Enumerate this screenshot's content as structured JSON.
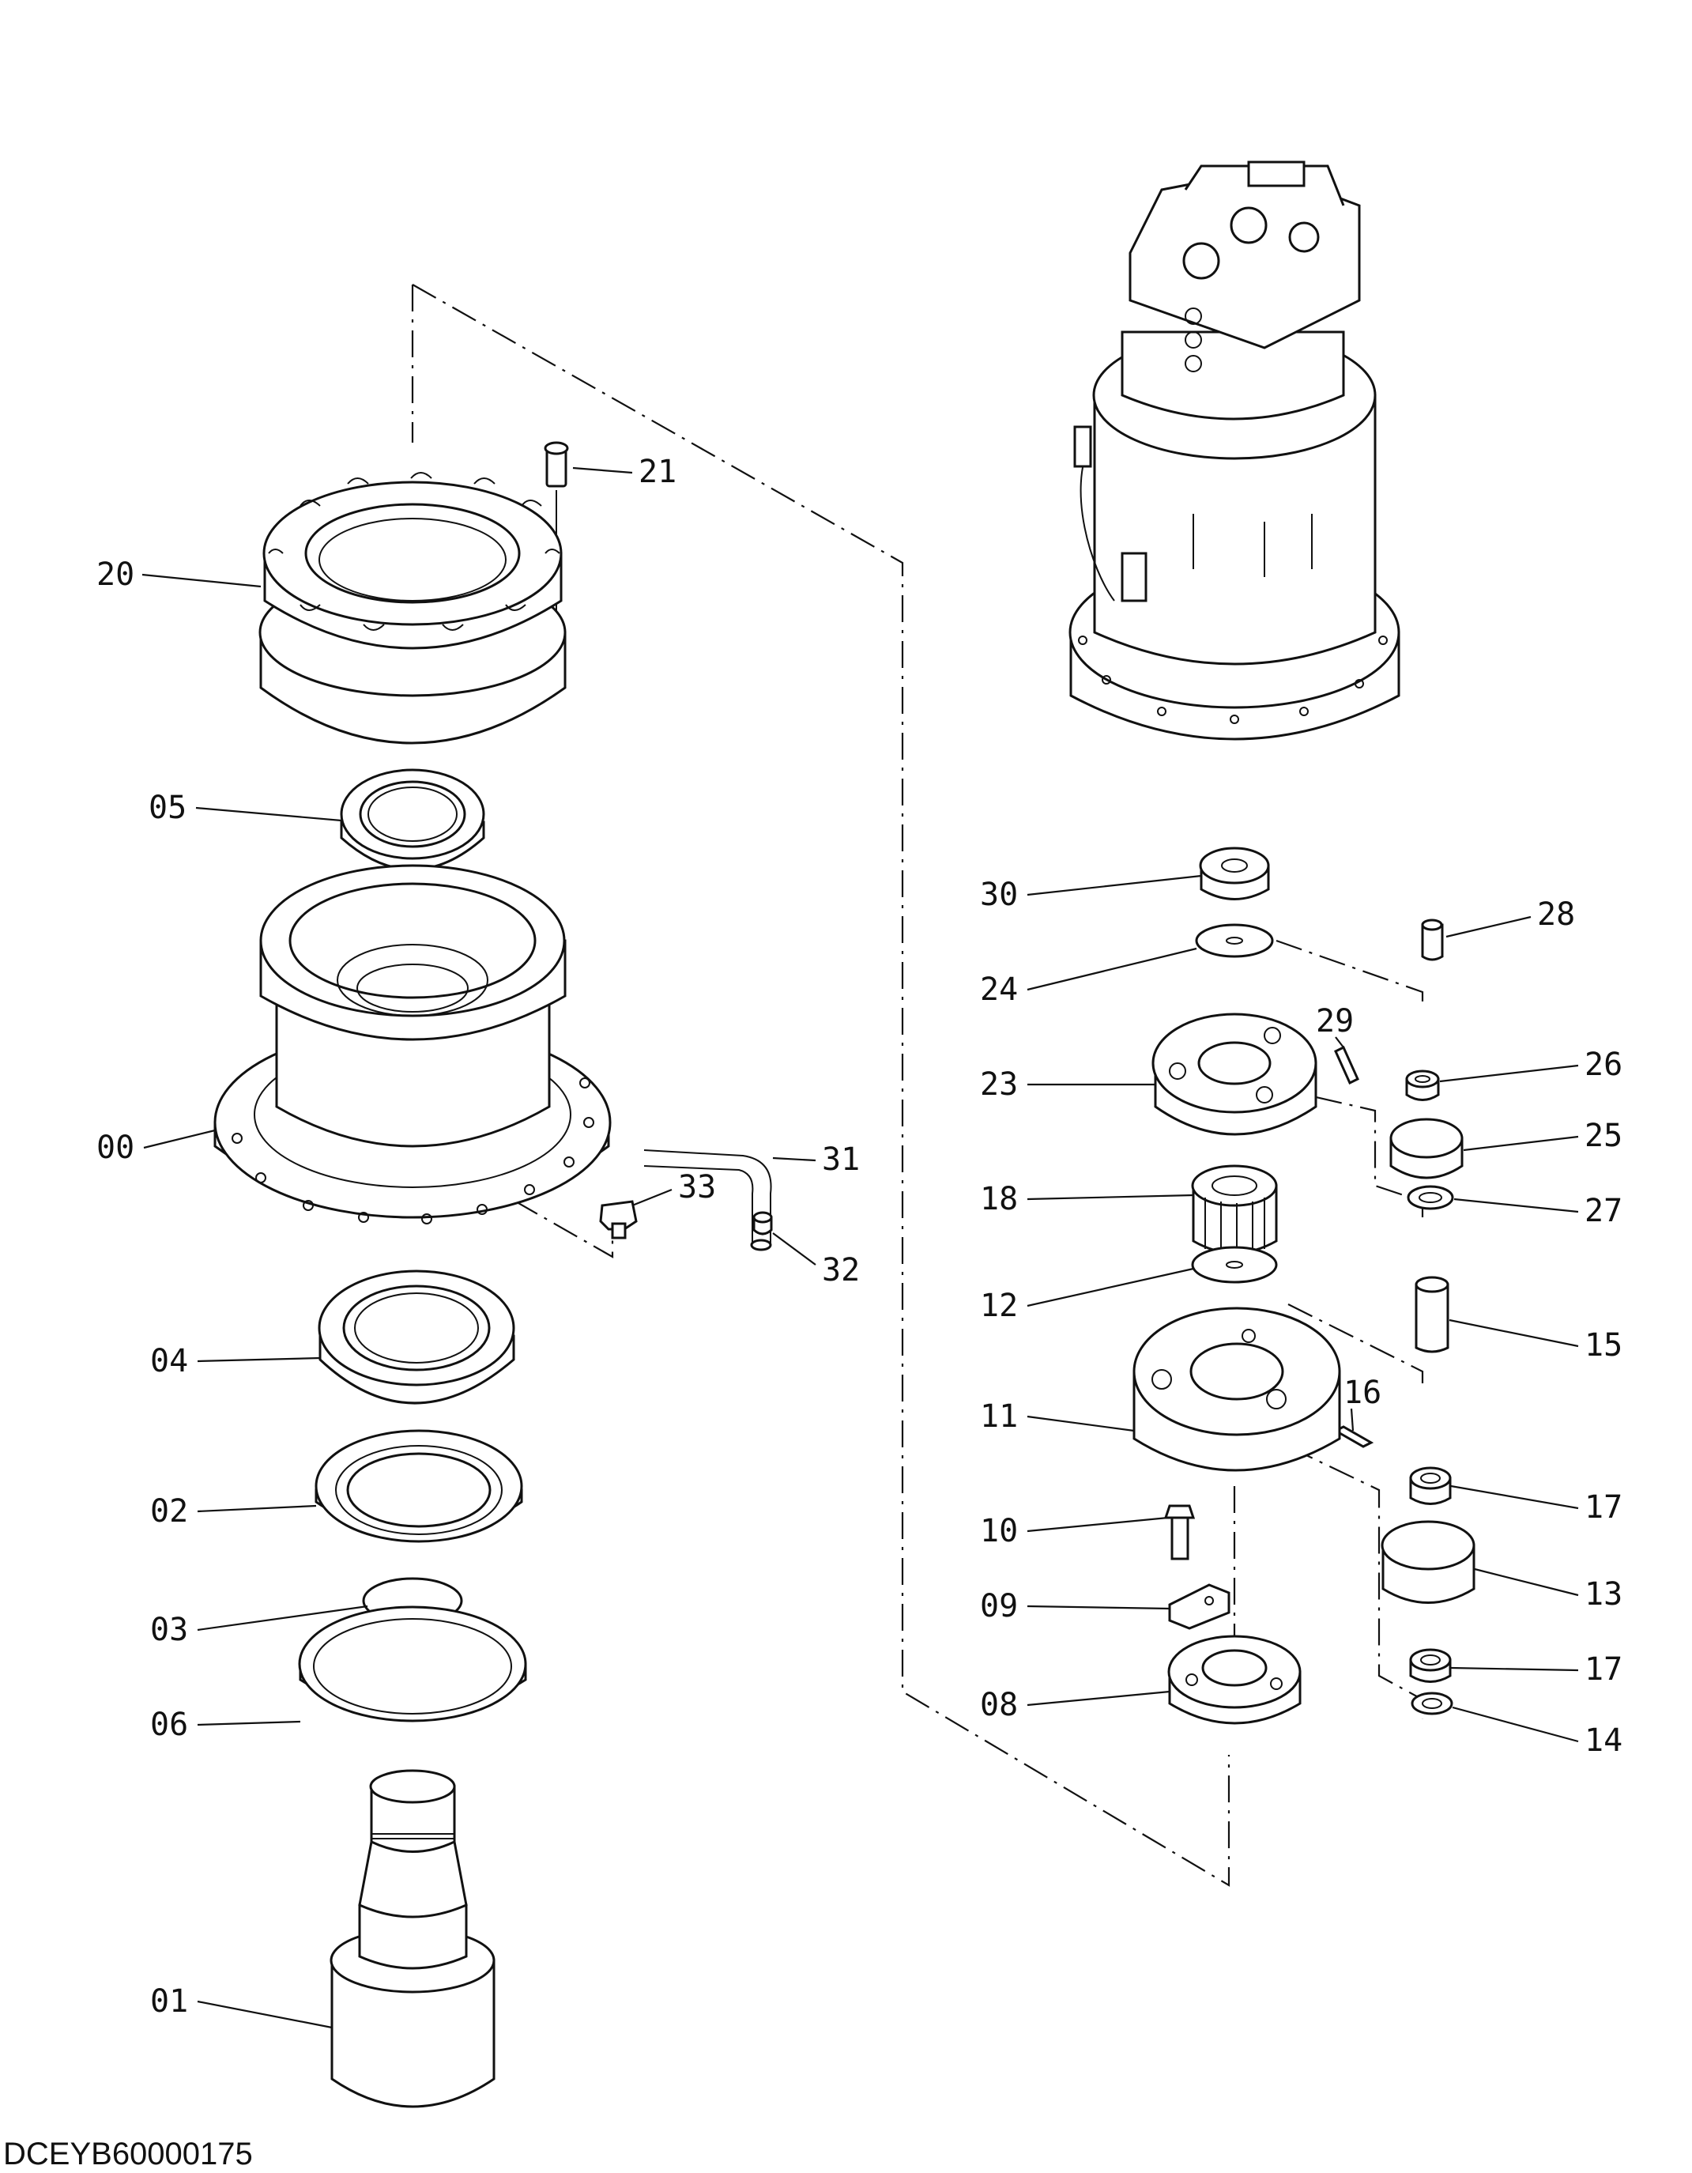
{
  "drawing": {
    "code": "DCEYB60000175"
  },
  "parts": [
    {
      "id": "p21",
      "label": "21"
    },
    {
      "id": "p20",
      "label": "20"
    },
    {
      "id": "p05",
      "label": "05"
    },
    {
      "id": "p00",
      "label": "00"
    },
    {
      "id": "p31",
      "label": "31"
    },
    {
      "id": "p33",
      "label": "33"
    },
    {
      "id": "p32",
      "label": "32"
    },
    {
      "id": "p04",
      "label": "04"
    },
    {
      "id": "p02",
      "label": "02"
    },
    {
      "id": "p03",
      "label": "03"
    },
    {
      "id": "p06",
      "label": "06"
    },
    {
      "id": "p01",
      "label": "01"
    },
    {
      "id": "p30",
      "label": "30"
    },
    {
      "id": "p28",
      "label": "28"
    },
    {
      "id": "p24",
      "label": "24"
    },
    {
      "id": "p29",
      "label": "29"
    },
    {
      "id": "p23",
      "label": "23"
    },
    {
      "id": "p26",
      "label": "26"
    },
    {
      "id": "p25",
      "label": "25"
    },
    {
      "id": "p18",
      "label": "18"
    },
    {
      "id": "p27",
      "label": "27"
    },
    {
      "id": "p12",
      "label": "12"
    },
    {
      "id": "p15",
      "label": "15"
    },
    {
      "id": "p16",
      "label": "16"
    },
    {
      "id": "p11",
      "label": "11"
    },
    {
      "id": "p17a",
      "label": "17"
    },
    {
      "id": "p10",
      "label": "10"
    },
    {
      "id": "p13",
      "label": "13"
    },
    {
      "id": "p09",
      "label": "09"
    },
    {
      "id": "p17b",
      "label": "17"
    },
    {
      "id": "p08",
      "label": "08"
    },
    {
      "id": "p14",
      "label": "14"
    }
  ]
}
